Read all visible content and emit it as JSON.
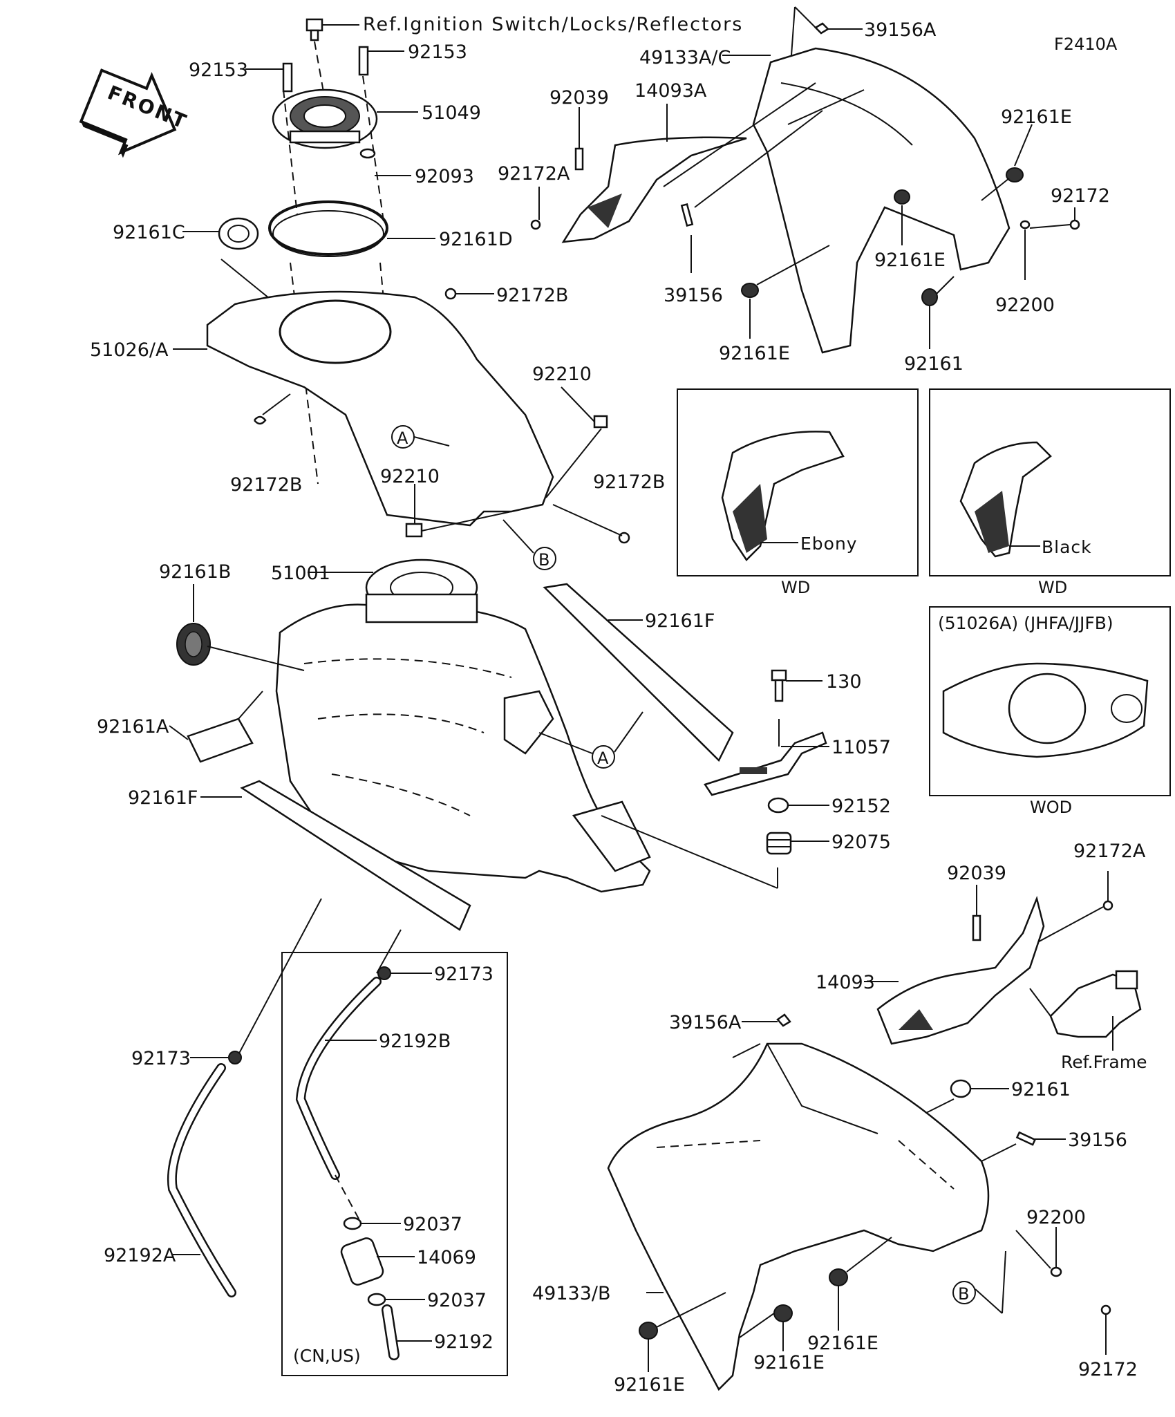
{
  "figure_code": "F2410A",
  "front_label": "FRONT",
  "ref_ignition": "Ref.Ignition Switch/Locks/Reflectors",
  "ref_frame": "Ref.Frame",
  "callouts": {
    "A": "A",
    "B": "B"
  },
  "insets": {
    "wd_ebony": {
      "color_label": "Ebony",
      "market": "WD"
    },
    "wd_black": {
      "color_label": "Black",
      "market": "WD"
    },
    "wod": {
      "title": "(51026A) (JHFA/JJFB)",
      "market": "WOD"
    }
  },
  "cn_us_box": {
    "label": "(CN,US)"
  },
  "parts": {
    "p39156A_top": "39156A",
    "p49133AC": "49133A/C",
    "p92153_l": "92153",
    "p92153_r": "92153",
    "p51049": "51049",
    "p92039_t": "92039",
    "p14093A": "14093A",
    "p92161E_tr": "92161E",
    "p92093": "92093",
    "p92172A_t": "92172A",
    "p92172_tr": "92172",
    "p92161C": "92161C",
    "p92161D": "92161D",
    "p92161E_mid": "92161E",
    "p92172B_t": "92172B",
    "p39156_t": "39156",
    "p92200_t": "92200",
    "p51026A": "51026/A",
    "p92161E_low": "92161E",
    "p92161_t": "92161",
    "p92210_r": "92210",
    "p92172B_l": "92172B",
    "p92210_m": "92210",
    "p92172B_r": "92172B",
    "p92161B": "92161B",
    "p51001": "51001",
    "p92161F_r": "92161F",
    "p130": "130",
    "p92161A": "92161A",
    "p11057": "11057",
    "p92161F_l": "92161F",
    "p92152": "92152",
    "p92075": "92075",
    "p92172A_b": "92172A",
    "p92039_b": "92039",
    "p92173_r": "92173",
    "p14093": "14093",
    "p39156A_b": "39156A",
    "p92192B": "92192B",
    "p92173_l": "92173",
    "p92161_b": "92161",
    "p39156_b": "39156",
    "p92200_b": "92200",
    "p92037_t": "92037",
    "p14069": "14069",
    "p92192A": "92192A",
    "p49133B": "49133/B",
    "p92037_b": "92037",
    "p92192": "92192",
    "p92161E_b1": "92161E",
    "p92161E_b2": "92161E",
    "p92172_b": "92172",
    "p92161E_b3": "92161E"
  }
}
